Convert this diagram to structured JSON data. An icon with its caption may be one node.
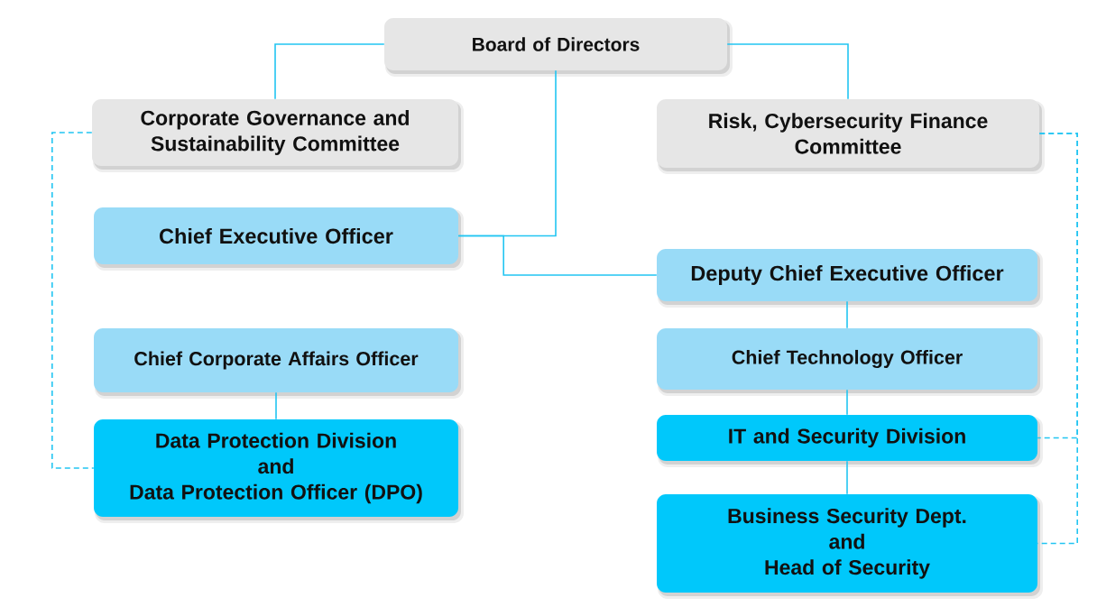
{
  "diagram": {
    "nodes": [
      {
        "text": [
          "Board of Directors"
        ]
      },
      {
        "text": [
          "Corporate Governance and Sustainability Committee"
        ]
      },
      {
        "text": [
          "Risk, Cybersecurity Finance Committee"
        ]
      },
      {
        "text": [
          "Chief Executive Officer"
        ]
      },
      {
        "text": [
          "Deputy Chief Executive Officer"
        ]
      },
      {
        "text": [
          "Chief Corporate Affairs Officer"
        ]
      },
      {
        "text": [
          "Data Protection Division and Data Protection Officer (DPO)"
        ]
      },
      {
        "text": [
          "Chief Technology Officer"
        ]
      },
      {
        "text": [
          "IT and Security Division"
        ]
      },
      {
        "text": [
          "Business Security Dept. and Head of Security"
        ]
      }
    ],
    "edges": [
      {
        "from": 0,
        "to": 1,
        "arrow": "none"
      },
      {
        "from": 0,
        "to": 2,
        "arrow": "none"
      },
      {
        "from": 0,
        "to": 3,
        "arrow": "none"
      },
      {
        "from": 3,
        "to": 4,
        "arrow": "none"
      },
      {
        "from": 4,
        "to": 7,
        "arrow": "none"
      },
      {
        "from": 5,
        "to": 6,
        "arrow": "none"
      },
      {
        "from": 7,
        "to": 8,
        "arrow": "none"
      },
      {
        "from": 8,
        "to": 9,
        "arrow": "none"
      },
      {
        "from": 1,
        "to": 6,
        "arrow": "none",
        "style": "dashed"
      },
      {
        "from": 2,
        "to": 8,
        "arrow": "none",
        "style": "dashed"
      },
      {
        "from": 2,
        "to": 9,
        "arrow": "none",
        "style": "dashed"
      }
    ]
  }
}
